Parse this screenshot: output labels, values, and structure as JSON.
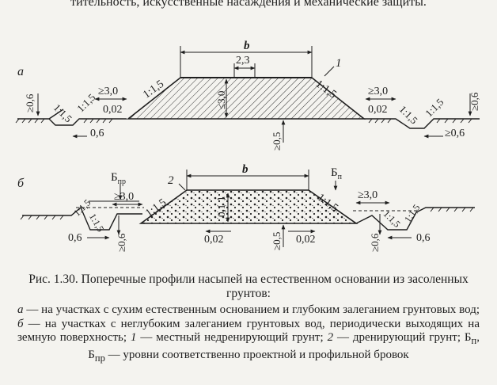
{
  "page": {
    "top_text": "тительность, искусственные насаждения и механические защиты."
  },
  "figure": {
    "a": {
      "panel_label": "а",
      "width_label": "b",
      "crown_label": "2,3",
      "slope_left": "1:1,5",
      "slope_right": "1:1,5",
      "slope_left_ditch": "1:1,5",
      "slope_right_ditch": "1:1,5",
      "slope_small_left": "1:1,5",
      "slope_small_right": "1:1,5",
      "crown_height": "≤3,0",
      "berm_left": "≥3,0",
      "berm_right": "≥3,0",
      "grade_left": "0,02",
      "grade_right": "0,02",
      "ditch_depth_left": "≥0,6",
      "ditch_depth_right": "≥0,6",
      "ditch_bottom_left": "0,6",
      "ditch_bottom_right": "≥0,6",
      "base_height": "≥0,5",
      "layer_label": "1"
    },
    "b": {
      "panel_label": "б",
      "width_label": "b",
      "mark_left": "Б",
      "mark_left_sub": "пр",
      "mark_right": "Б",
      "mark_right_sub": "п",
      "layer_label": "2",
      "slope_left": "1:1,5",
      "slope_right": "1:1,5",
      "slope_ditch_left_1": "1:1,5",
      "slope_ditch_left_2": "1:1,5",
      "slope_ditch_right_1": "1:1,5",
      "slope_ditch_right_2": "1:1,5",
      "berm_left": "≥3,0",
      "berm_right": "≥3,0",
      "dim_1": "1",
      "dim_0_1": "0,1",
      "grade_left": "0,02",
      "grade_right": "0,02",
      "base_height": "≥0,5",
      "ditch_depth_left": "≥0,6",
      "ditch_depth_right": "≥0,6",
      "ditch_bottom_left": "0,6",
      "ditch_bottom_right": "0,6"
    }
  },
  "caption": {
    "title": "Рис. 1.30. Поперечные профили насыпей на естественном основании из засоленных грунтов:",
    "legend_a_mark": "а",
    "legend_a_text": " — на участках с сухим естественным основанием и глубоким залеганием грунтовых вод; ",
    "legend_b_mark": "б",
    "legend_b_text": " — на участках с неглубоким залеганием грунтовых вод, периодически выходящих на земную поверхность; ",
    "legend_1_mark": "1",
    "legend_1_text": " — местный недренирующий грунт; ",
    "legend_2_mark": "2",
    "legend_2_text": " — дренирующий грунт; Б",
    "legend_bp_sub": "п",
    "legend_mid": ", Б",
    "legend_bpr_sub": "пр",
    "legend_end": " — уровни соответственно проектной и профильной бровок"
  }
}
